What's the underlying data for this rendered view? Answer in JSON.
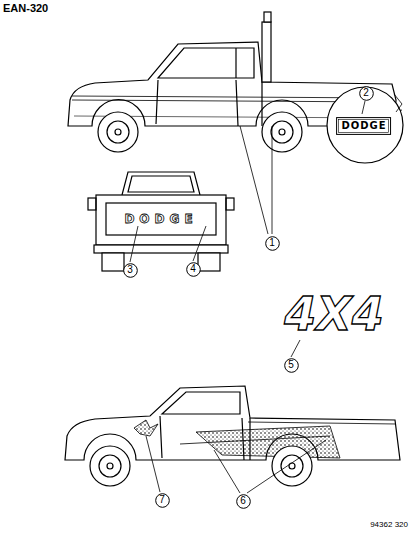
{
  "diagram": {
    "nodes": [
      {
        "text": [
          "2"
        ]
      },
      {
        "text": [
          "DODGE"
        ]
      },
      {
        "text": [
          "1"
        ]
      },
      {
        "text": [
          "3"
        ]
      },
      {
        "text": [
          "4"
        ]
      },
      {
        "text": [
          "5"
        ]
      },
      {
        "text": [
          "7"
        ]
      },
      {
        "text": [
          "6"
        ]
      }
    ],
    "labels": [
      "EAN-320",
      "DODGE",
      "4X4",
      "94362 320"
    ]
  }
}
